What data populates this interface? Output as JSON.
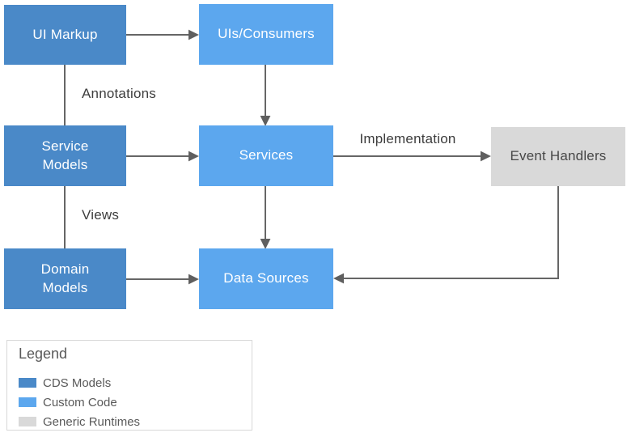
{
  "diagram": {
    "nodes": {
      "ui_markup": {
        "label": "UI Markup",
        "color": "#4A89C8",
        "text_color": "#FFFFFF"
      },
      "uis_consumers": {
        "label": "UIs/Consumers",
        "color": "#5CA7EE",
        "text_color": "#FFFFFF"
      },
      "service_models": {
        "label": "Service\nModels",
        "color": "#4A89C8",
        "text_color": "#FFFFFF"
      },
      "services": {
        "label": "Services",
        "color": "#5CA7EE",
        "text_color": "#FFFFFF"
      },
      "event_handlers": {
        "label": "Event Handlers",
        "color": "#D9D9D9",
        "text_color": "#474747"
      },
      "domain_models": {
        "label": "Domain\nModels",
        "color": "#4A89C8",
        "text_color": "#FFFFFF"
      },
      "data_sources": {
        "label": "Data Sources",
        "color": "#5CA7EE",
        "text_color": "#FFFFFF"
      }
    },
    "edge_labels": {
      "annotations": "Annotations",
      "views": "Views",
      "implementation": "Implementation"
    },
    "line_color": "#666666"
  },
  "legend": {
    "title": "Legend",
    "items": [
      {
        "label": "CDS Models",
        "color": "#4A89C8"
      },
      {
        "label": "Custom Code",
        "color": "#5CA7EE"
      },
      {
        "label": "Generic Runtimes",
        "color": "#D9D9D9"
      }
    ]
  }
}
